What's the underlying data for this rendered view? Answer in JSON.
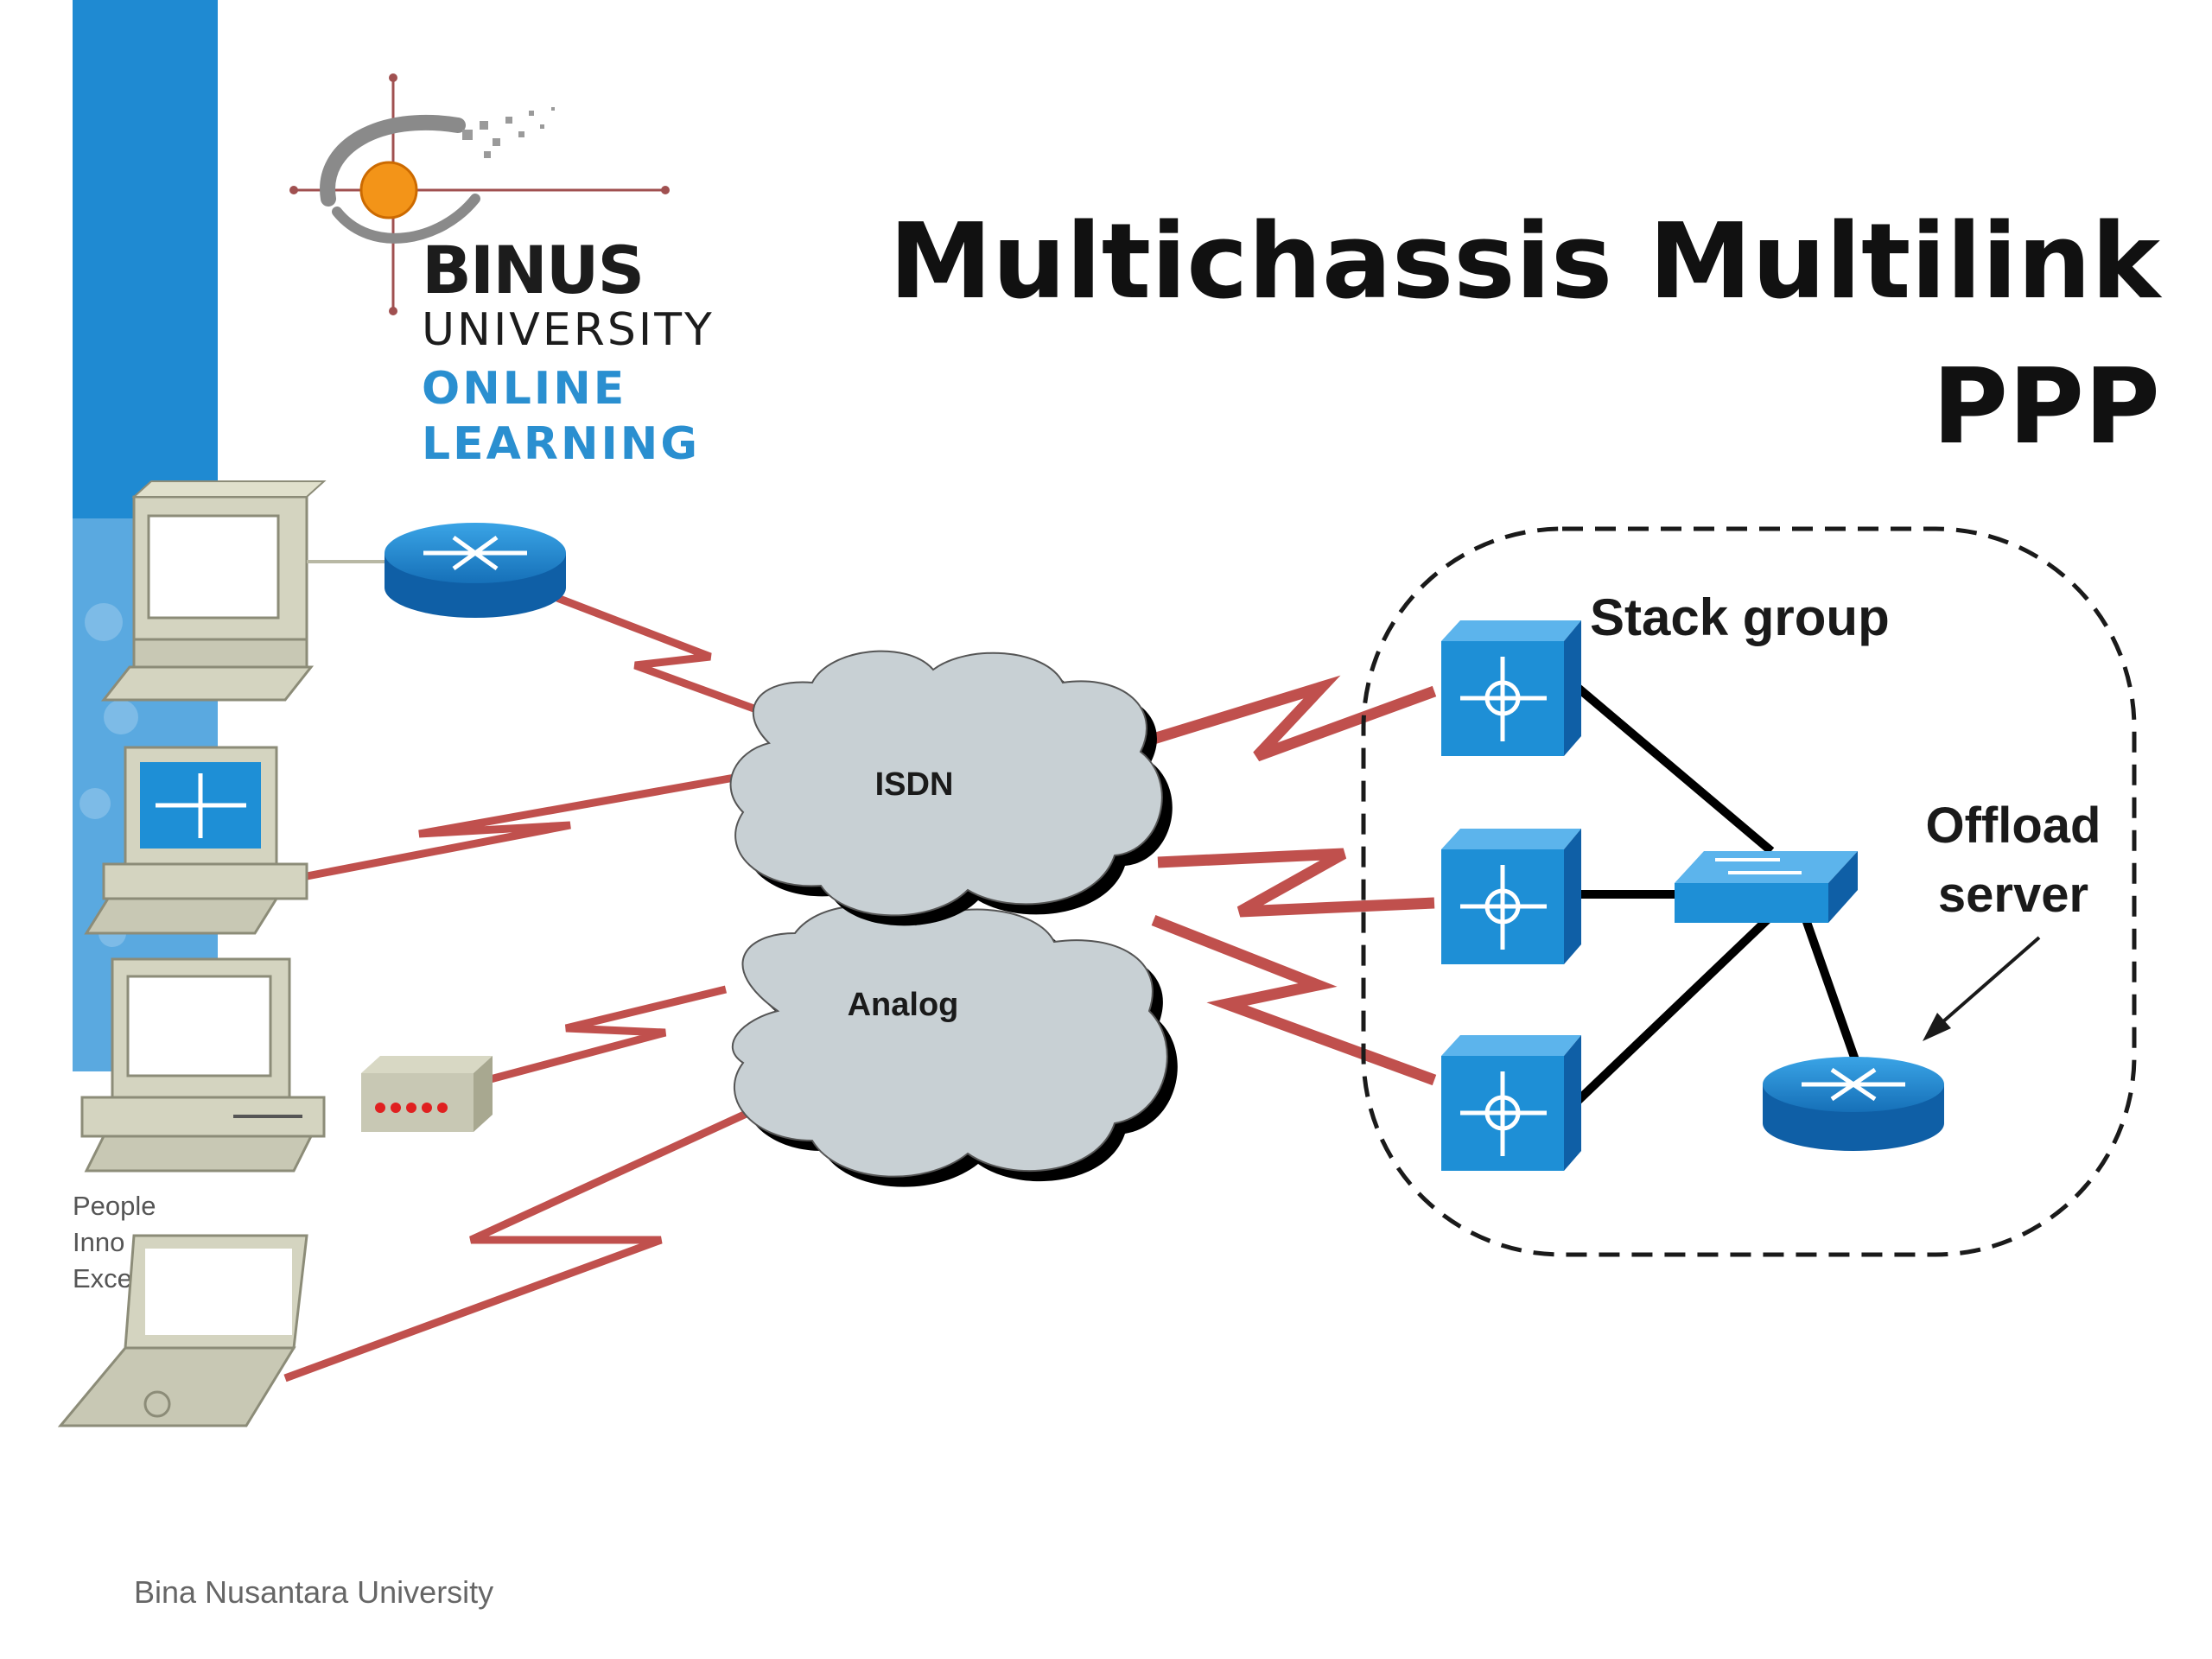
{
  "slide": {
    "title_line1": "Multichassis Multilink",
    "title_line2": "PPP",
    "footer": "Bina Nusantara University"
  },
  "logo": {
    "brand": "BINUS",
    "university": "UNIVERSITY",
    "online": "ONLINE",
    "learning": "LEARNING",
    "tagline": [
      "People",
      "Inno",
      "Exce"
    ]
  },
  "diagram": {
    "clouds": [
      "ISDN",
      "Analog"
    ],
    "stack_group_label": "Stack group",
    "offload_label_line1": "Offload",
    "offload_label_line2": "server"
  },
  "colors": {
    "link_red": "#c0504d",
    "cisco_blue": "#1e8fd6",
    "cloud_gray": "#c8d0d4",
    "side_band": "#1f8ad2"
  }
}
